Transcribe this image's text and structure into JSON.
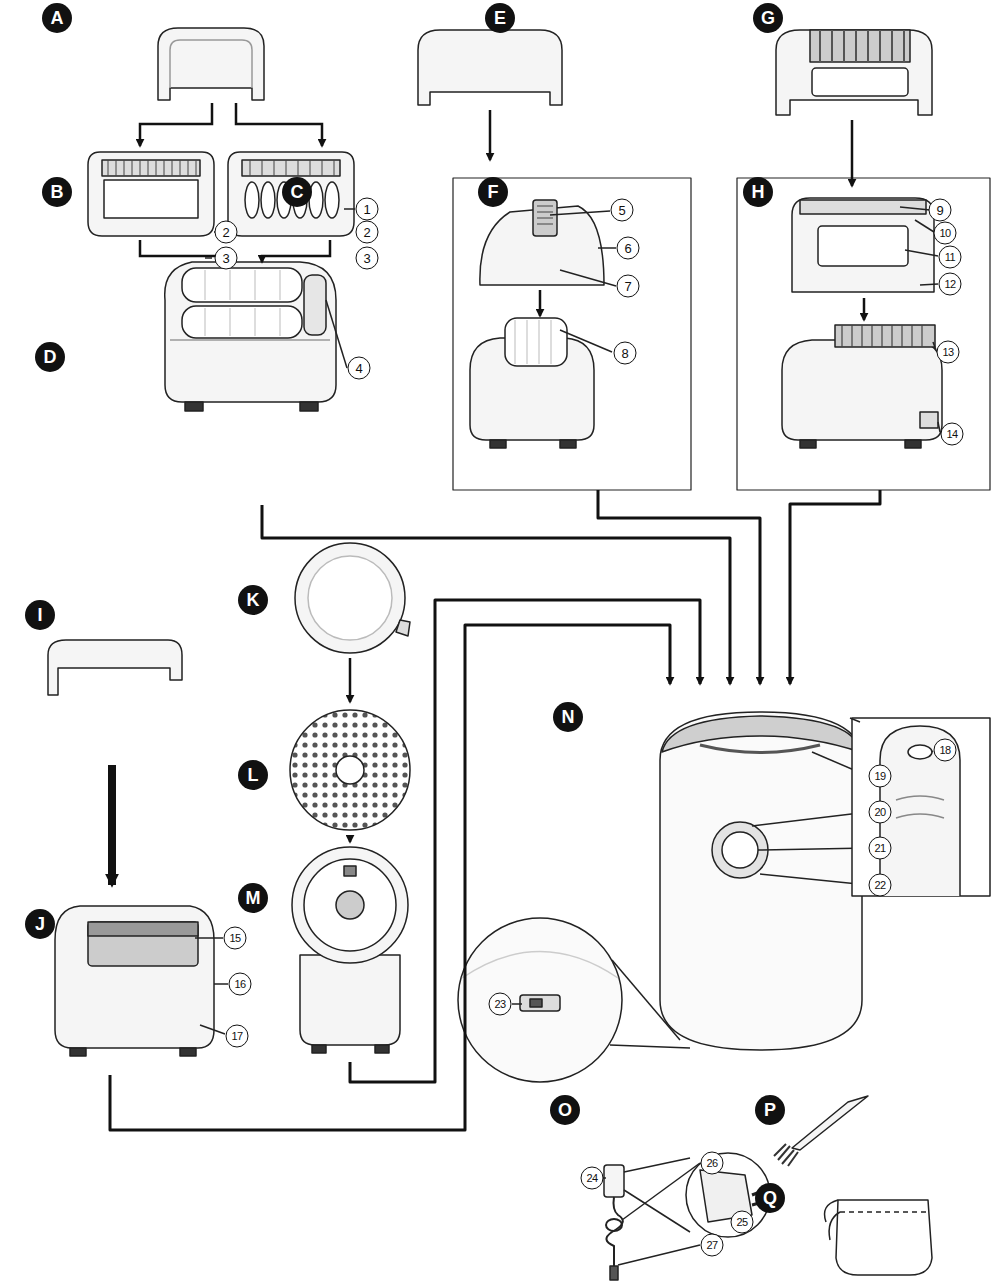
{
  "diagram": {
    "labels": [
      "A",
      "E",
      "G",
      "B",
      "C",
      "1",
      "2",
      "2",
      "3",
      "3",
      "F",
      "5",
      "6",
      "7",
      "H",
      "9",
      "10",
      "11",
      "12",
      "D",
      "4",
      "8",
      "13",
      "14",
      "I",
      "K",
      "N",
      "18",
      "19",
      "20",
      "21",
      "22",
      "L",
      "M",
      "J",
      "15",
      "16",
      "17",
      "23",
      "O",
      "24",
      "25",
      "P",
      "Q",
      "26",
      "27"
    ]
  }
}
